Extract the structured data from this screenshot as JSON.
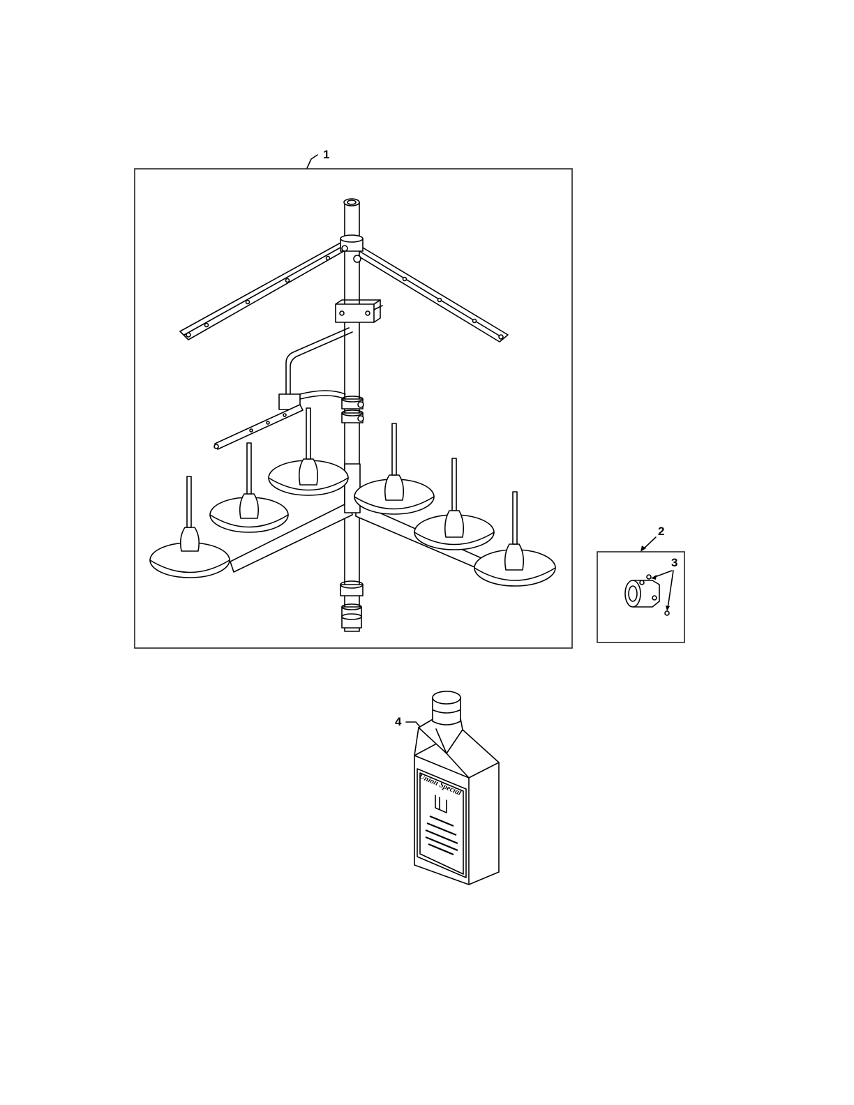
{
  "callouts": [
    {
      "id": "1",
      "text": "1",
      "part": "thread-stand-assembly"
    },
    {
      "id": "2",
      "text": "2",
      "part": "collar"
    },
    {
      "id": "3",
      "text": "3",
      "part": "set-screws"
    },
    {
      "id": "4",
      "text": "4",
      "part": "oil-bottle"
    }
  ],
  "bottle_label": {
    "brand": "Union Special",
    "lines": [
      "",
      "",
      "",
      "",
      ""
    ]
  },
  "colors": {
    "ink": "#000000",
    "paper": "#ffffff",
    "disc_fill": "#e9e9e9"
  }
}
